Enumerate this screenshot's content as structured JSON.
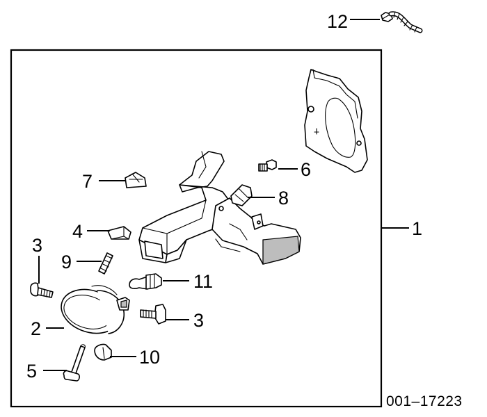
{
  "diagram": {
    "callouts": {
      "c1": "1",
      "c2": "2",
      "c3a": "3",
      "c3b": "3",
      "c4": "4",
      "c5": "5",
      "c6": "6",
      "c7": "7",
      "c8": "8",
      "c9": "9",
      "c10": "10",
      "c11": "11",
      "c12": "12"
    },
    "figure_number": "001–17223"
  }
}
